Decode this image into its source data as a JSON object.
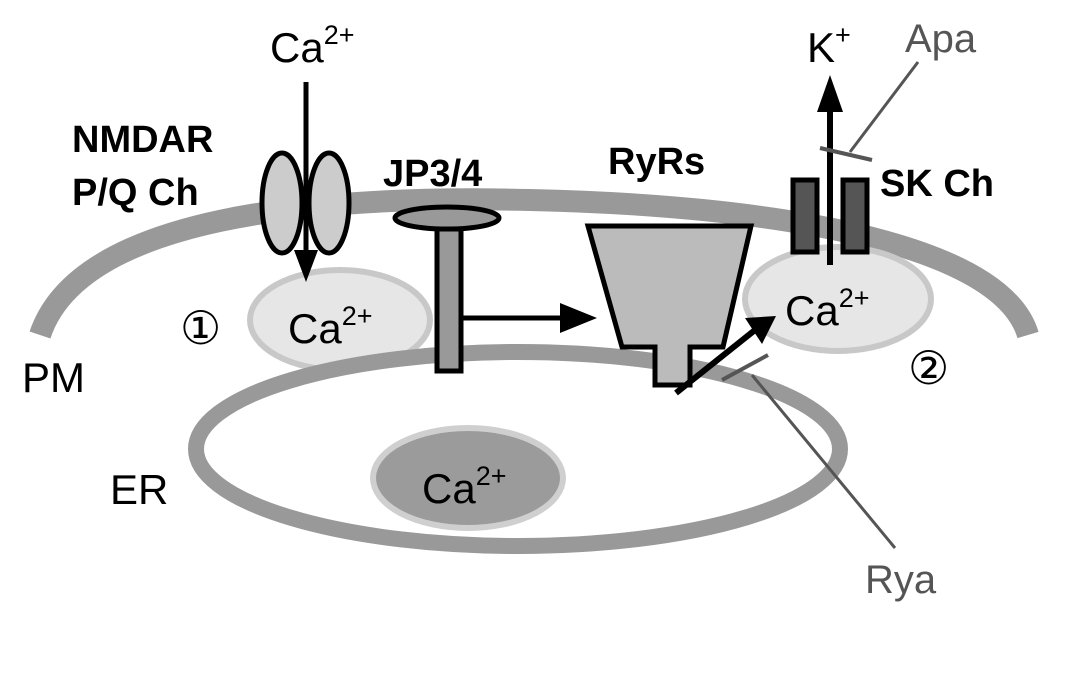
{
  "labels": {
    "ca_top": "Ca",
    "ca_top_sup": "2+",
    "nmdar_line1": "NMDAR",
    "nmdar_line2": "P/Q Ch",
    "jp": "JP3/4",
    "ryrs": "RyRs",
    "k": "K",
    "k_sup": "+",
    "apa": "Apa",
    "sk": "SK Ch",
    "ca_left": "Ca",
    "ca_left_sup": "2+",
    "ca_right": "Ca",
    "ca_right_sup": "2+",
    "ca_er": "Ca",
    "ca_er_sup": "2+",
    "num1": "①",
    "num2": "②",
    "pm": "PM",
    "er": "ER",
    "rya": "Rya"
  },
  "colors": {
    "membrane": "#999999",
    "ca_domain_fill": "#e6e6e6",
    "ca_domain_stroke": "#c8c8c8",
    "er_lumen_fill": "#9b9b9b",
    "channel_fill": "#cccccc",
    "ryr_fill": "#bbbbbb",
    "sk_fill": "#555555",
    "inhibitor_line": "#555555"
  }
}
